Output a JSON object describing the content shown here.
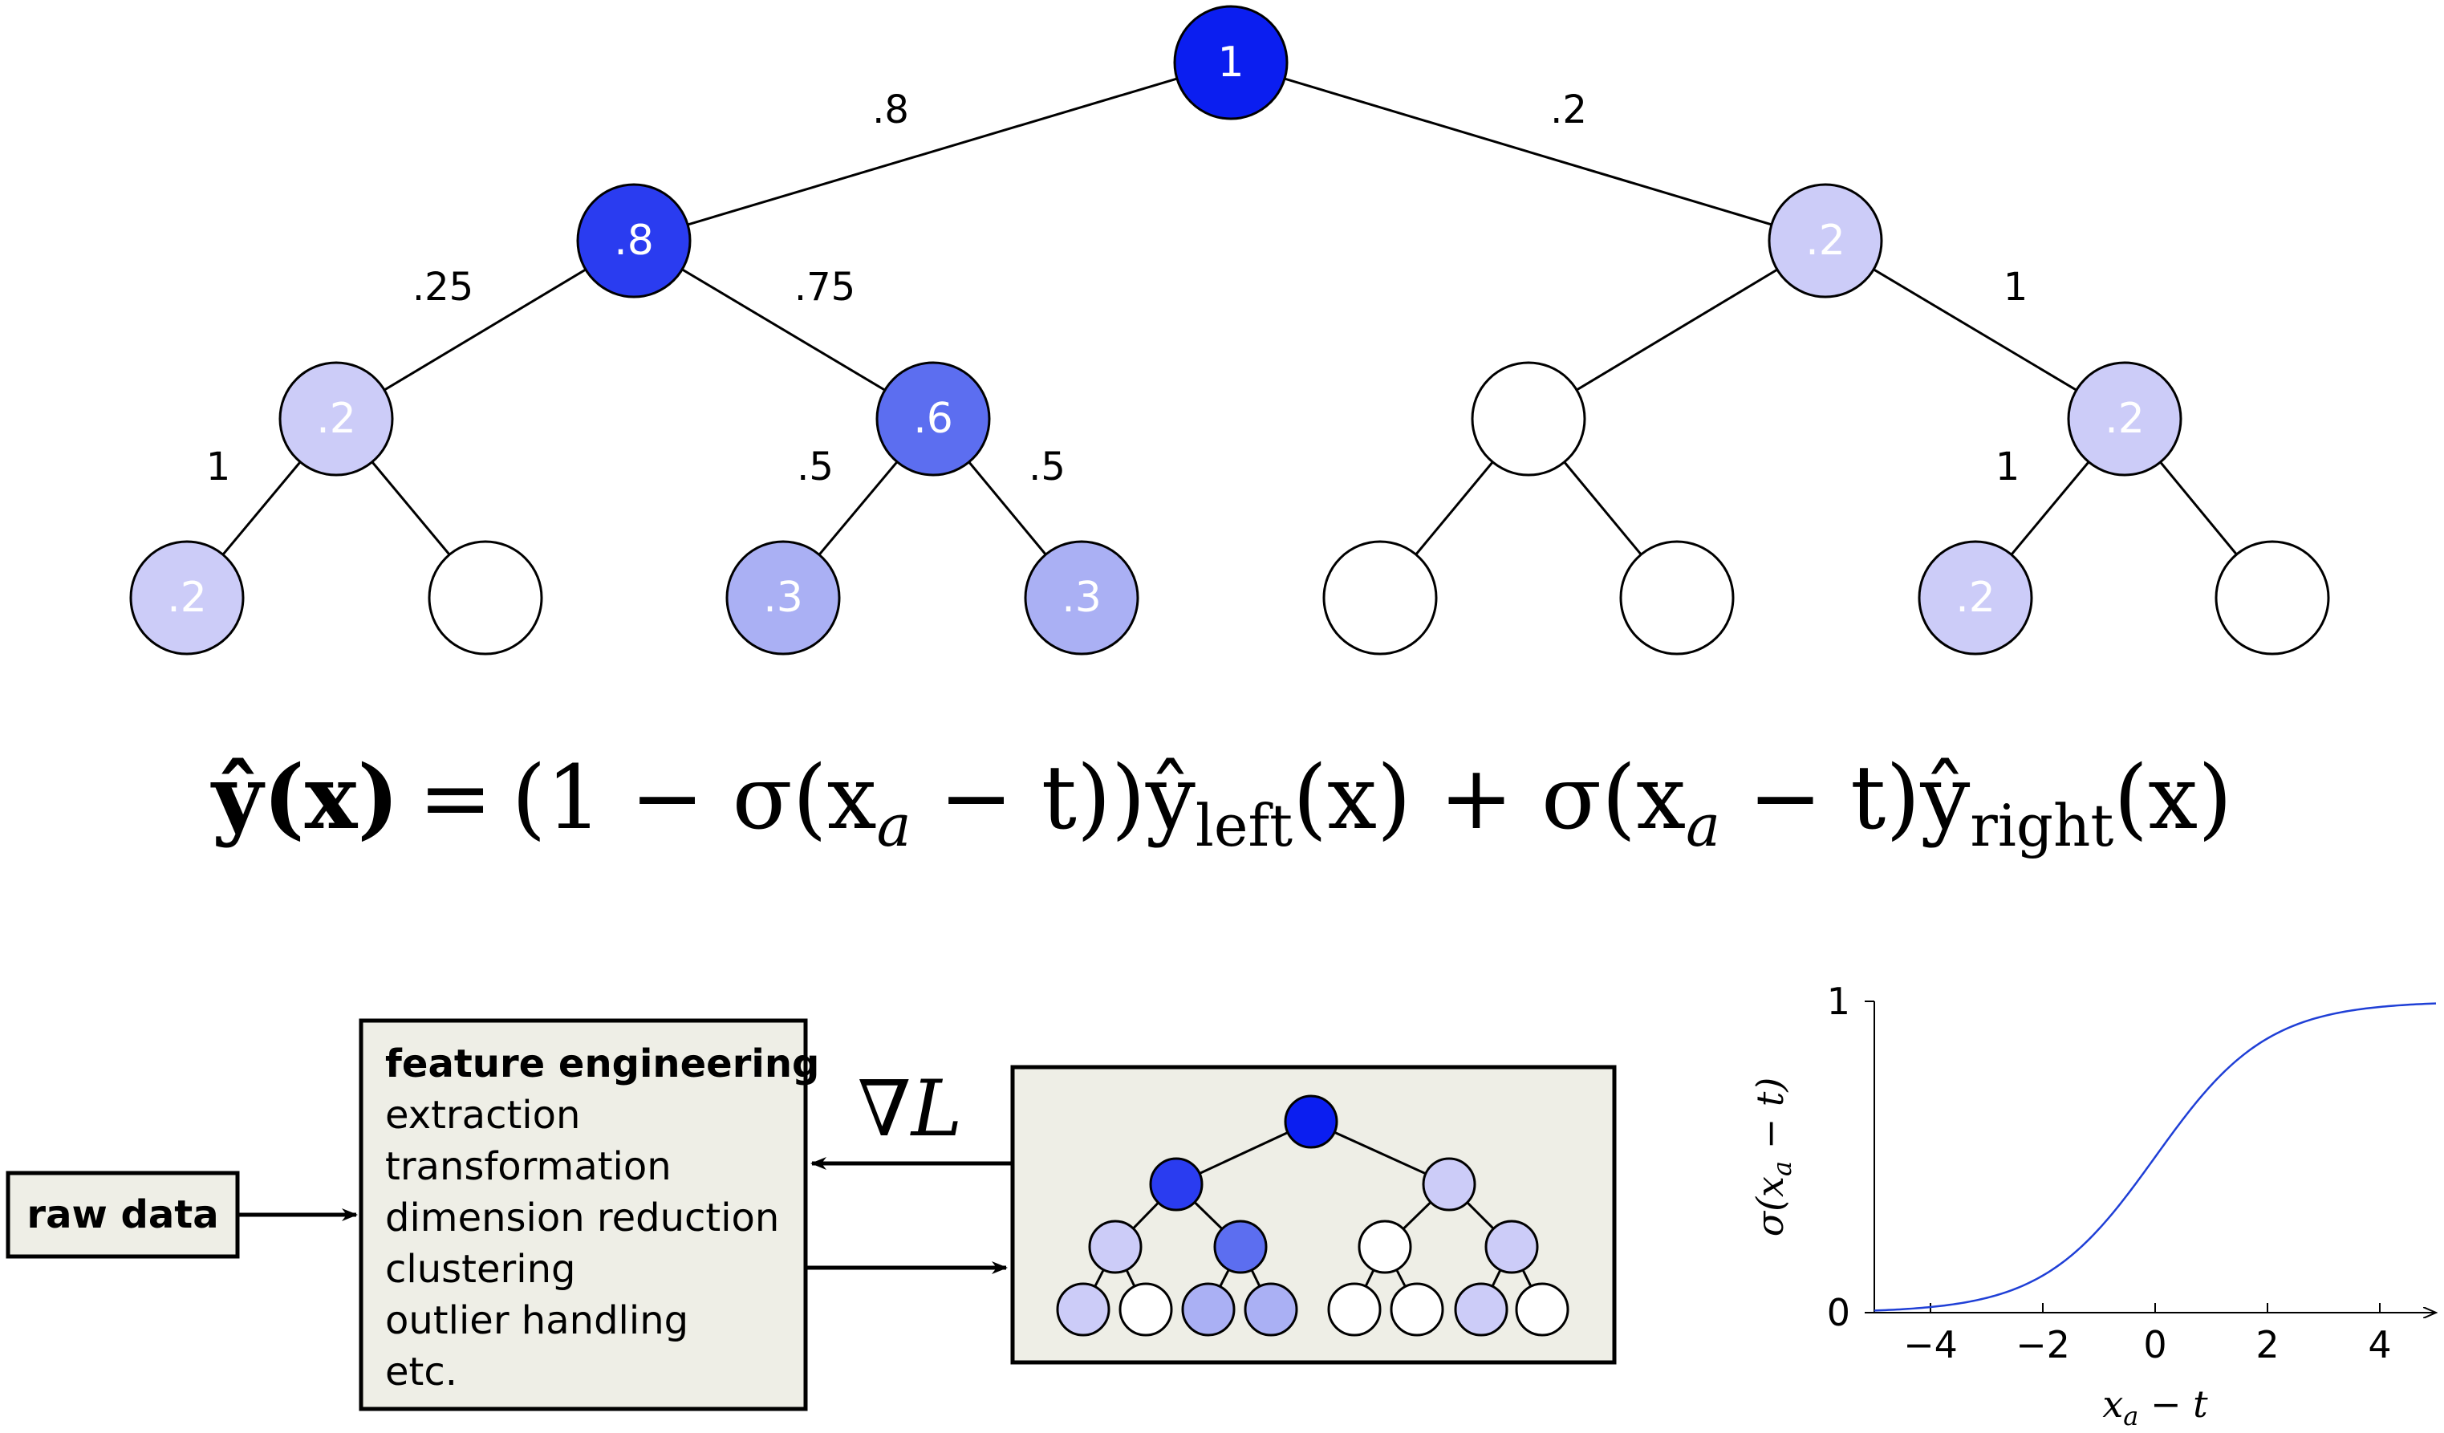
{
  "tree": {
    "edge_weights": [
      ".8",
      ".2",
      ".25",
      ".75",
      "1",
      "1",
      ".5",
      ".5",
      "1"
    ],
    "node_values": [
      "1",
      ".8",
      ".2",
      ".2",
      ".6",
      "",
      ".2",
      ".2",
      "",
      ".3",
      ".3",
      "",
      "",
      ".2",
      ""
    ],
    "colors": {
      "level0": "#0b1ef0",
      "level08": "#2a3cf0",
      "level06": "#5c6ef0",
      "level03": "#aab0f4",
      "level02": "#ccccf8",
      "none": "#ffffff"
    }
  },
  "equation": {
    "lhs": "ŷ(x)",
    "equals": "=",
    "term1_a": "(1 − σ(x",
    "sub_a": "a",
    "term1_b": " − t))ŷ",
    "sub_left": "left",
    "term1_c": "(x) + σ(x",
    "sub_a2": "a",
    "term2_b": " − t)ŷ",
    "sub_right": "right",
    "term2_c": "(x)"
  },
  "pipeline": {
    "raw_data_label": "raw data",
    "fe_title": "feature engineering",
    "fe_items": [
      "extraction",
      "transformation",
      "dimension reduction",
      "clustering",
      "outlier handling",
      "etc."
    ],
    "gradient_label": "∇L",
    "box_fill": "#eeeee6"
  },
  "chart_data": {
    "type": "line",
    "title": "",
    "xlabel": "x_a − t",
    "ylabel": "σ(x_a − t)",
    "xlim": [
      -5,
      5
    ],
    "ylim": [
      0,
      1
    ],
    "xticks": [
      "−4",
      "−2",
      "0",
      "2",
      "4"
    ],
    "xtick_values": [
      -4,
      -2,
      0,
      2,
      4
    ],
    "yticks": [
      "0",
      "1"
    ],
    "ytick_values": [
      0,
      1
    ],
    "series": [
      {
        "function": "sigmoid",
        "color": "#1f3fd6"
      }
    ]
  }
}
